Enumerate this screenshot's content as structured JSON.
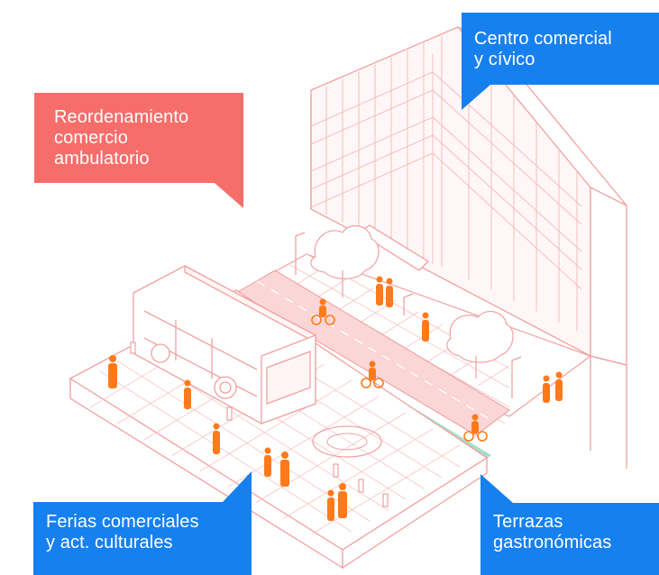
{
  "colors": {
    "line": "#f2a0a0",
    "line_strong": "#ee7f7f",
    "street": "#fbd6d6",
    "people": "#ff7a1a",
    "green_strip": "#a8ddc8",
    "blue_callout": "#1780ef",
    "red_callout": "#f76d6a"
  },
  "callouts": {
    "centro": {
      "text": "Centro comercial\ny cívico",
      "icon": "speech-bubble-pointer-down-left"
    },
    "reordenamiento": {
      "text": "Reordenamiento\ncomercio\nambulatorio",
      "icon": "speech-bubble-pointer-down-right"
    },
    "ferias": {
      "text": "Ferias comerciales\ny act. culturales",
      "icon": "speech-bubble-pointer-up-right"
    },
    "terrazas": {
      "text": "Terrazas\ngastronómicas",
      "icon": "speech-bubble-pointer-up-left"
    }
  }
}
